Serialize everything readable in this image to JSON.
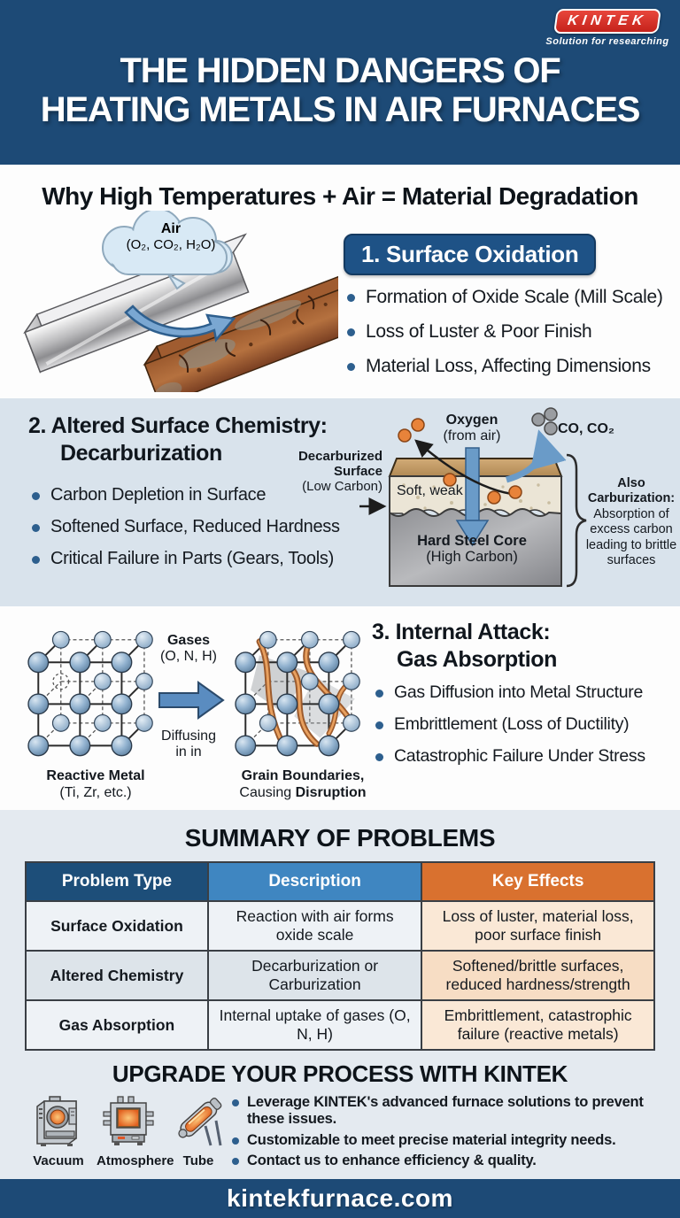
{
  "colors": {
    "header_blue": "#1d4a76",
    "light_section": "#d9e3ec",
    "badge_blue": "#1e5286",
    "bullet_blue": "#2d5f8e",
    "logo_red": "#d32f27",
    "table_header_navy": "#1d4e79",
    "table_header_blue": "#3f86c1",
    "table_header_orange": "#d9712f",
    "key_effects_bg": "#fae8d6",
    "rust_orange": "#b5713f"
  },
  "header": {
    "logo_text": "KINTEK",
    "tagline": "Solution for researching",
    "title_line1": "THE HIDDEN DANGERS OF",
    "title_line2": "HEATING METALS IN AIR FURNACES"
  },
  "intro": {
    "heading": "Why High Temperatures + Air = Material Degradation"
  },
  "section1": {
    "cloud_title": "Air",
    "cloud_formula": "(O₂, CO₂, H₂O)",
    "badge": "1. Surface Oxidation",
    "bullets": [
      "Formation of Oxide Scale (Mill Scale)",
      "Loss of Luster & Poor Finish",
      "Material Loss, Affecting Dimensions"
    ]
  },
  "section2": {
    "heading_line1": "2. Altered Surface Chemistry:",
    "heading_line2": "Decarburization",
    "bullets": [
      "Carbon Depletion in Surface",
      "Softened Surface, Reduced Hardness",
      "Critical Failure in Parts (Gears, Tools)"
    ],
    "diagram": {
      "oxygen_line1": "Oxygen",
      "oxygen_line2": "(from air)",
      "co_label": "CO, CO₂",
      "decarb_line1": "Decarburized",
      "decarb_line2": "Surface",
      "decarb_line3": "(Low Carbon)",
      "soft_weak": "Soft, weak",
      "core_line1": "Hard Steel Core",
      "core_line2": "(High Carbon)",
      "also_line1": "Also",
      "also_line2": "Carburization:",
      "also_body": "Absorption of excess carbon leading to brittle surfaces"
    }
  },
  "section3": {
    "heading_line1": "3. Internal Attack:",
    "heading_line2": "Gas Absorption",
    "bullets": [
      "Gas Diffusion into Metal Structure",
      "Embrittlement (Loss of Ductility)",
      "Catastrophic Failure Under Stress"
    ],
    "diagram": {
      "gases_line1": "Gases",
      "gases_line2": "(O, N, H)",
      "diffusing_line1": "Diffusing",
      "diffusing_line2": "in in",
      "left_caption_line1": "Reactive Metal",
      "left_caption_line2": "(Ti, Zr, etc.)",
      "right_caption_line1": "Grain Boundaries,",
      "right_caption_causing": "Causing ",
      "right_caption_disruption": "Disruption"
    }
  },
  "summary": {
    "title": "SUMMARY OF PROBLEMS",
    "headers": [
      "Problem Type",
      "Description",
      "Key Effects"
    ],
    "rows": [
      {
        "type": "Surface Oxidation",
        "description": "Reaction with air forms oxide scale",
        "effects": "Loss of luster, material loss, poor surface finish"
      },
      {
        "type": "Altered Chemistry",
        "description": "Decarburization or Carburization",
        "effects": "Softened/brittle surfaces, reduced hardness/strength"
      },
      {
        "type": "Gas Absorption",
        "description": "Internal uptake of gases (O, N, H)",
        "effects": "Embrittlement, catastrophic failure (reactive metals)"
      }
    ]
  },
  "upgrade": {
    "heading": "UPGRADE YOUR PROCESS WITH KINTEK",
    "furnace_labels": [
      "Vacuum",
      "Atmosphere",
      "Tube"
    ],
    "bullets": [
      "Leverage KINTEK's advanced furnace solutions to prevent these issues.",
      "Customizable to meet precise material integrity needs.",
      "Contact us to enhance efficiency & quality."
    ]
  },
  "footer": {
    "website": "kintekfurnace.com"
  }
}
